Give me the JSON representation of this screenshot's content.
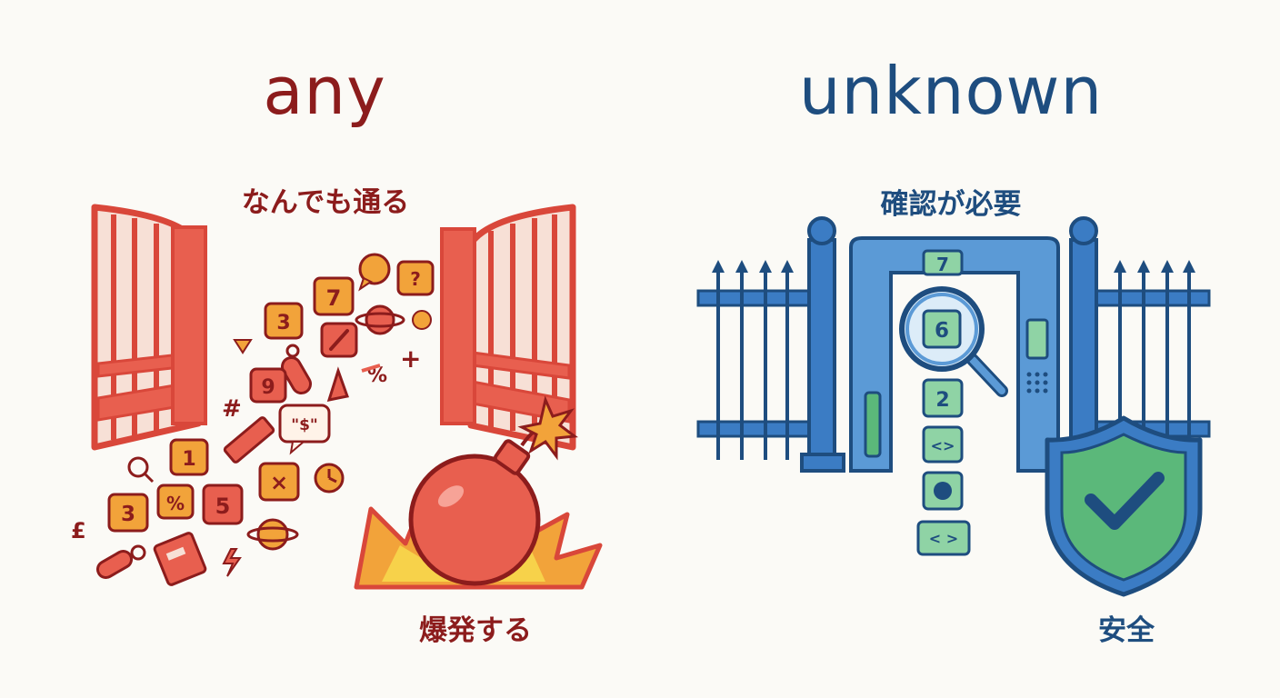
{
  "any": {
    "title": "any",
    "caption_top": "なんでも通る",
    "caption_bottom": "爆発する",
    "glyphs": {
      "tile_7": "7",
      "tile_3a": "3",
      "tile_9": "9",
      "tile_1": "1",
      "tile_pct": "%",
      "tile_5": "5",
      "tile_3b": "3",
      "tile_x": "×",
      "speech_q": "?",
      "speech_dollar": "\"$\"",
      "hash": "#",
      "pound": "£",
      "plus": "+",
      "pct_sign": "%"
    },
    "colors": {
      "primary": "#d9473a",
      "accent": "#f2a33a",
      "dark": "#8c1c1c"
    }
  },
  "unknown": {
    "title": "unknown",
    "caption_top": "確認が必要",
    "caption_bottom": "安全",
    "glyphs": {
      "tile_7": "7",
      "tile_6": "6",
      "tile_2": "2",
      "tile_code_a": "<>",
      "tile_code_b": "< >"
    },
    "colors": {
      "primary": "#3b7cc4",
      "dark": "#1e4d7f",
      "green": "#5bb87a"
    }
  },
  "icons": [
    "open-gate-icon",
    "bomb-icon",
    "explosion-icon",
    "magnifier-icon",
    "planet-icon",
    "pencil-icon",
    "book-icon",
    "key-icon",
    "bolt-icon",
    "fence-icon",
    "metal-detector-gate-icon",
    "shield-check-icon"
  ]
}
